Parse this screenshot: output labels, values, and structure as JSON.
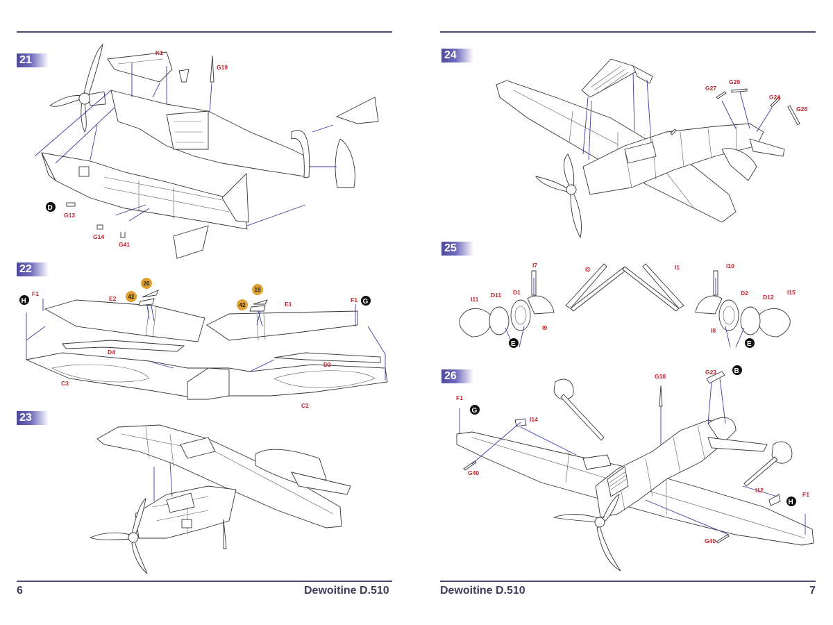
{
  "footer": {
    "left_page_number": "6",
    "left_title": "Dewoitine D.510",
    "right_title": "Dewoitine D.510",
    "right_page_number": "7"
  },
  "steps": {
    "s21": {
      "number": "21",
      "labels": {
        "k1": "K1",
        "g19": "G19",
        "g13": "G13",
        "g14": "G14",
        "g41": "G41"
      },
      "markers": {
        "d": "D"
      }
    },
    "s22": {
      "number": "22",
      "labels": {
        "f1a": "F1",
        "e2": "E2",
        "d4": "D4",
        "c3": "C3",
        "e1": "E1",
        "f1b": "F1",
        "d3": "D3",
        "c2": "C2"
      },
      "markers": {
        "h": "H",
        "g": "G"
      },
      "paint": {
        "p20": "20",
        "p42a": "42",
        "p19": "19",
        "p42b": "42"
      }
    },
    "s23": {
      "number": "23"
    },
    "s24": {
      "number": "24",
      "labels": {
        "g27": "G27",
        "g29": "G29",
        "g24": "G24",
        "g28": "G28"
      }
    },
    "s25": {
      "number": "25",
      "labels": {
        "i7": "I7",
        "i3": "I3",
        "i1": "I1",
        "i10": "I10",
        "i11": "I11",
        "d11": "D11",
        "d1": "D1",
        "i9": "I9",
        "d2": "D2",
        "d12": "D12",
        "i15": "I15",
        "i8": "I8"
      },
      "markers": {
        "e1": "E",
        "e2": "E"
      }
    },
    "s26": {
      "number": "26",
      "labels": {
        "f1a": "F1",
        "i14": "I14",
        "g40a": "G40",
        "g18": "G18",
        "g23": "G23",
        "i12": "I12",
        "f1b": "F1",
        "g40b": "G40"
      },
      "markers": {
        "g": "G",
        "b": "B",
        "h": "H"
      }
    }
  },
  "colors": {
    "rule": "#4a4a6e",
    "step_badge": "#4e4a9a",
    "part_label": "#c8202a",
    "paint_marker": "#e0a030",
    "arrow": "#3a3aa0"
  }
}
